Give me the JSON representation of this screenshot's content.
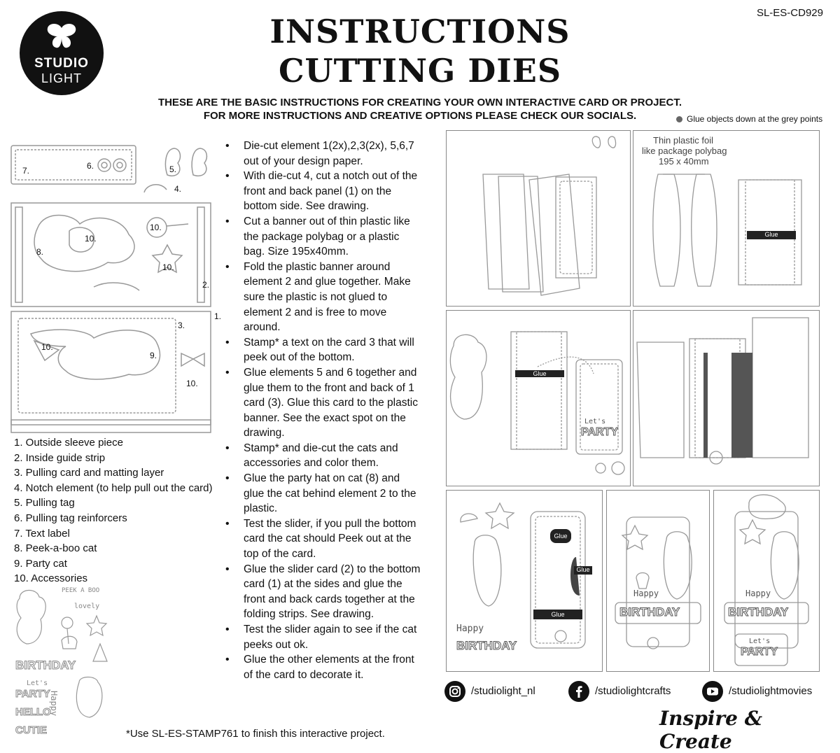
{
  "brand": {
    "line1": "STUDIO",
    "line2": "LIGHT"
  },
  "product_code": "SL-ES-CD929",
  "title": {
    "line1": "INSTRUCTIONS",
    "line2": "CUTTING DIES"
  },
  "subtitle": {
    "line1": "THESE ARE THE BASIC INSTRUCTIONS FOR CREATING YOUR OWN INTERACTIVE CARD OR PROJECT.",
    "line2": "FOR MORE INSTRUCTIONS AND CREATIVE OPTIONS PLEASE CHECK OUR SOCIALS."
  },
  "glue_note": "Glue objects down at the grey points",
  "die_labels": {
    "n7": "7.",
    "n6": "6.",
    "n5": "5.",
    "n4": "4.",
    "n8": "8.",
    "n10a": "10.",
    "n10b": "10.",
    "n10c": "10.",
    "n2": "2.",
    "n1": "1.",
    "n3": "3.",
    "n10d": "10.",
    "n9": "9.",
    "n10e": "10."
  },
  "legend": [
    "1. Outside sleeve piece",
    "2. Inside guide strip",
    "3. Pulling card and matting layer",
    "4. Notch element (to help pull out the card)",
    "5. Pulling tag",
    "6. Pulling tag reinforcers",
    "7. Text label",
    "8. Peek-a-boo cat",
    "9. Party cat",
    "10. Accessories"
  ],
  "steps": [
    "Die-cut element 1(2x),2,3(2x), 5,6,7 out of your design paper.",
    "With die-cut 4, cut a notch out of the front and back panel (1) on the bottom side. See drawing.",
    "Cut a banner out of thin plastic like the package polybag or a plastic bag. Size 195x40mm.",
    "Fold the plastic banner around element 2 and glue together. Make sure the plastic is not glued to element 2 and is free to move around.",
    "Stamp* a text on the card 3 that will peek out of the bottom.",
    "Glue elements 5 and 6 together and glue them to the front and back of 1 card (3). Glue this card to the plastic banner. See the exact spot on the drawing.",
    "Stamp* and die-cut the cats and accessories and color them.",
    "Glue the party hat on cat (8) and glue the cat behind element 2 to the plastic.",
    "Test the slider, if you pull the bottom card the cat should Peek out at the top of the card.",
    "Glue the slider card (2) to the bottom card (1) at the sides and glue the front and back cards together at the folding strips. See drawing.",
    "Test the slider again to see if the cat peeks out ok.",
    "Glue the other elements at the front of the card to decorate it."
  ],
  "stamp_texts": {
    "peek": "PEEK A BOO",
    "lovely": "lovely",
    "birthday": "BIRTHDAY",
    "lets": "Let's",
    "party": "PARTY",
    "happy": "Happy",
    "hello": "HELLO",
    "cutie": "CUTIE"
  },
  "footnote": "*Use SL-ES-STAMP761 to finish this interactive project.",
  "panels": {
    "plastic_note": {
      "line1": "Thin plastic foil",
      "line2": "like package polybag",
      "line3": "195 x 40mm"
    },
    "glue_label": "Glue",
    "lets": "Let's",
    "party": "PARTY",
    "happy": "Happy",
    "birthday": "BIRTHDAY"
  },
  "socials": [
    {
      "icon": "instagram-icon",
      "handle": "/studiolight_nl"
    },
    {
      "icon": "facebook-icon",
      "handle": "/studiolightcrafts"
    },
    {
      "icon": "youtube-icon",
      "handle": "/studiolightmovies"
    }
  ],
  "slogan": "Inspire & Create",
  "colors": {
    "ink": "#111111",
    "glue_grey": "#666666",
    "panel_border": "#888888"
  }
}
